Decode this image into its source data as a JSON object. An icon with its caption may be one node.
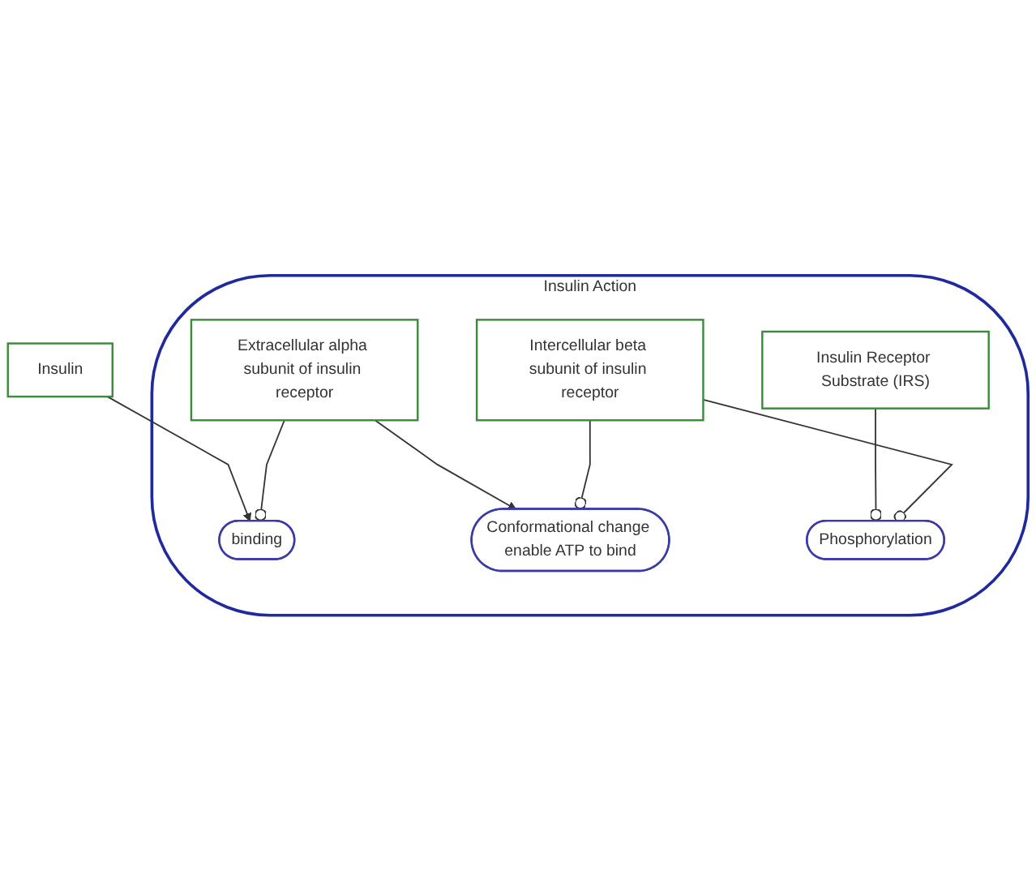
{
  "diagram": {
    "nodes": [
      {
        "text": [
          "Insulin Action"
        ]
      },
      {
        "text": [
          "Insulin"
        ]
      },
      {
        "text": [
          "binding"
        ],
        "in": 0
      },
      {
        "text": [
          "Extracellular alpha subunit of insulin receptor"
        ],
        "in": 0
      },
      {
        "text": [
          "Insulin Receptor Substrate (IRS)"
        ],
        "in": 0
      },
      {
        "text": [
          "Conformational change enable ATP to bind"
        ],
        "in": 0
      },
      {
        "text": [
          "Phosphorylation"
        ],
        "in": 0
      },
      {
        "text": [
          "Intercellular beta subunit of insulin receptor"
        ],
        "in": 0
      }
    ],
    "edges": [
      {
        "from": 1,
        "to": 2,
        "arrow": "to"
      },
      {
        "from": 3,
        "to": 2,
        "arrow": "other"
      },
      {
        "from": 3,
        "to": 5,
        "arrow": "to"
      },
      {
        "from": 4,
        "to": 6,
        "arrow": "other"
      },
      {
        "from": 7,
        "to": 5,
        "arrow": "other"
      },
      {
        "from": 7,
        "to": 6,
        "arrow": "other"
      }
    ]
  }
}
